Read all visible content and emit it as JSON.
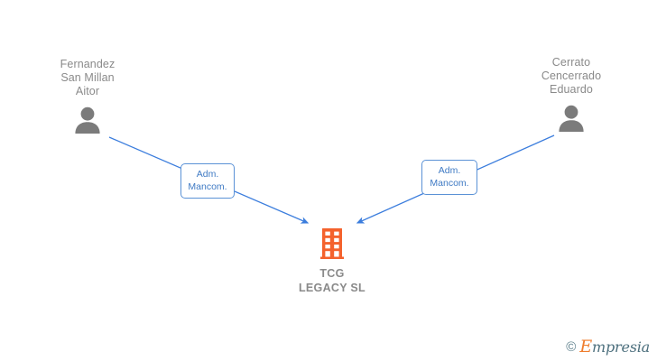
{
  "diagram": {
    "title": "TCG LEGACY SL corporate relations chart",
    "background": "#ffffff",
    "colors": {
      "edge": "#3b7ddd",
      "edge_label_text": "#3f7ac4",
      "edge_label_border": "#5b92d6",
      "node_text": "#8a8a8a",
      "company_icon": "#f4622d",
      "brand_orange": "#ef7d2e",
      "brand_slate": "#4c6f7d"
    }
  },
  "people": [
    {
      "id": "person-left",
      "name": "Fernandez\nSan Millan\nAitor",
      "icon": "person-avatar-icon"
    },
    {
      "id": "person-right",
      "name": "Cerrato\nCencerrado\nEduardo",
      "icon": "person-avatar-icon"
    }
  ],
  "company": {
    "id": "company-center",
    "name": "TCG\nLEGACY  SL",
    "icon": "building-icon"
  },
  "edges": [
    {
      "id": "edge-left",
      "from": "person-left",
      "to": "company-center",
      "label": "Adm.\nMancom.",
      "direction": "to-company"
    },
    {
      "id": "edge-right",
      "from": "person-right",
      "to": "company-center",
      "label": "Adm.\nMancom.",
      "direction": "to-company"
    }
  ],
  "watermark": {
    "copyright": "©",
    "brand_initial": "E",
    "brand_rest": "mpresia"
  }
}
